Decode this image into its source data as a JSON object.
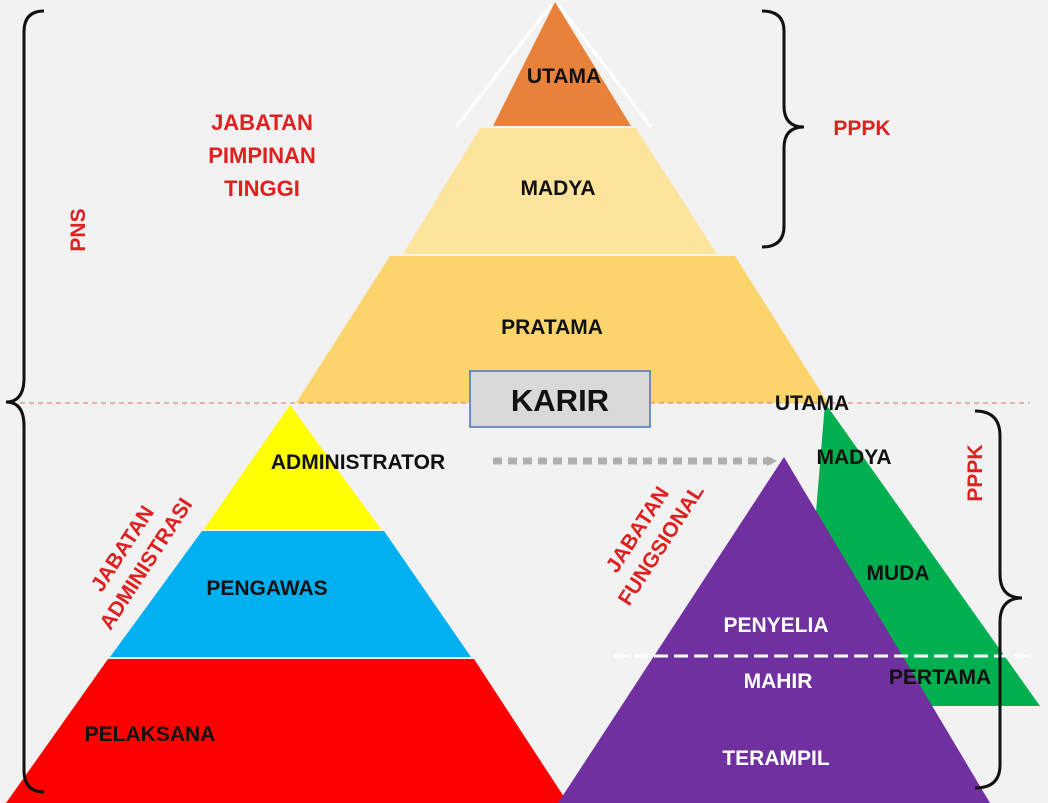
{
  "colors": {
    "utama": "#E8823A",
    "madya": "#FDE49C",
    "pratama": "#FBD46C",
    "administrator": "#FFFF00",
    "pengawas": "#00B0F0",
    "pelaksana": "#FF0000",
    "functional_skill": "#7030A0",
    "functional_expert": "#00B050",
    "annotation_red": "#E02020",
    "karir_box": "#D9D9D9",
    "karir_border": "#4472C4"
  },
  "top_pyramid": {
    "utama": "UTAMA",
    "madya": "MADYA",
    "pratama": "PRATAMA",
    "side_label": [
      "JABATAN",
      "PIMPINAN",
      "TINGGI"
    ],
    "pppk": "PPPK"
  },
  "pns_label": "PNS",
  "karir": "KARIR",
  "admin_pyramid": {
    "administrator": "ADMINISTRATOR",
    "pengawas": "PENGAWAS",
    "pelaksana": "PELAKSANA",
    "side_label": [
      "JABATAN",
      "ADMINISTRASI"
    ]
  },
  "functional": {
    "side_label": [
      "JABATAN",
      "FUNGSIONAL"
    ],
    "utama": "UTAMA",
    "madya": "MADYA",
    "muda": "MUDA",
    "pertama": "PERTAMA",
    "penyelia": "PENYELIA",
    "mahir": "MAHIR",
    "terampil": "TERAMPIL",
    "pppk": "PPPK"
  }
}
